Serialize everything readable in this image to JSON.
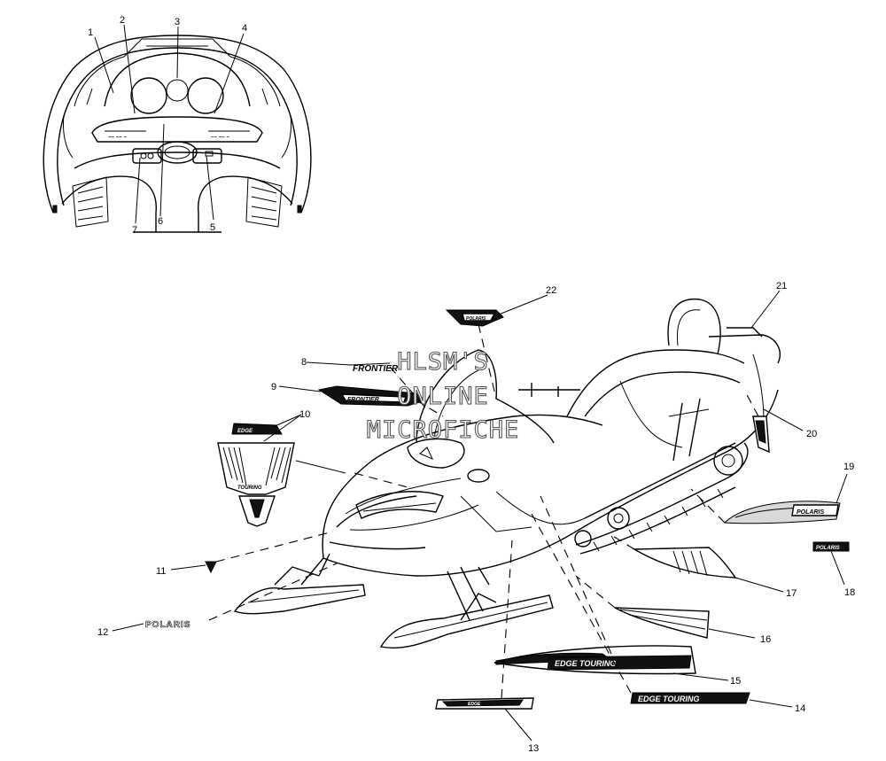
{
  "callouts": [
    "1",
    "2",
    "3",
    "4",
    "5",
    "6",
    "7",
    "8",
    "9",
    "10",
    "11",
    "12",
    "13",
    "14",
    "15",
    "16",
    "17",
    "18",
    "19",
    "20",
    "21",
    "22"
  ],
  "watermark": {
    "line1": "HLSM'S",
    "line2": "ONLINE",
    "line3": "MICROFICHE"
  },
  "decals": {
    "polaris_large": "POLARIS",
    "polaris_small": "POLARIS",
    "polaris_side": "POLARIS",
    "polaris_windshield": "POLARIS",
    "frontier": "FRONTIER",
    "edge_touring": "EDGE TOURING",
    "edge": "EDGE",
    "touring": "TOURING"
  }
}
